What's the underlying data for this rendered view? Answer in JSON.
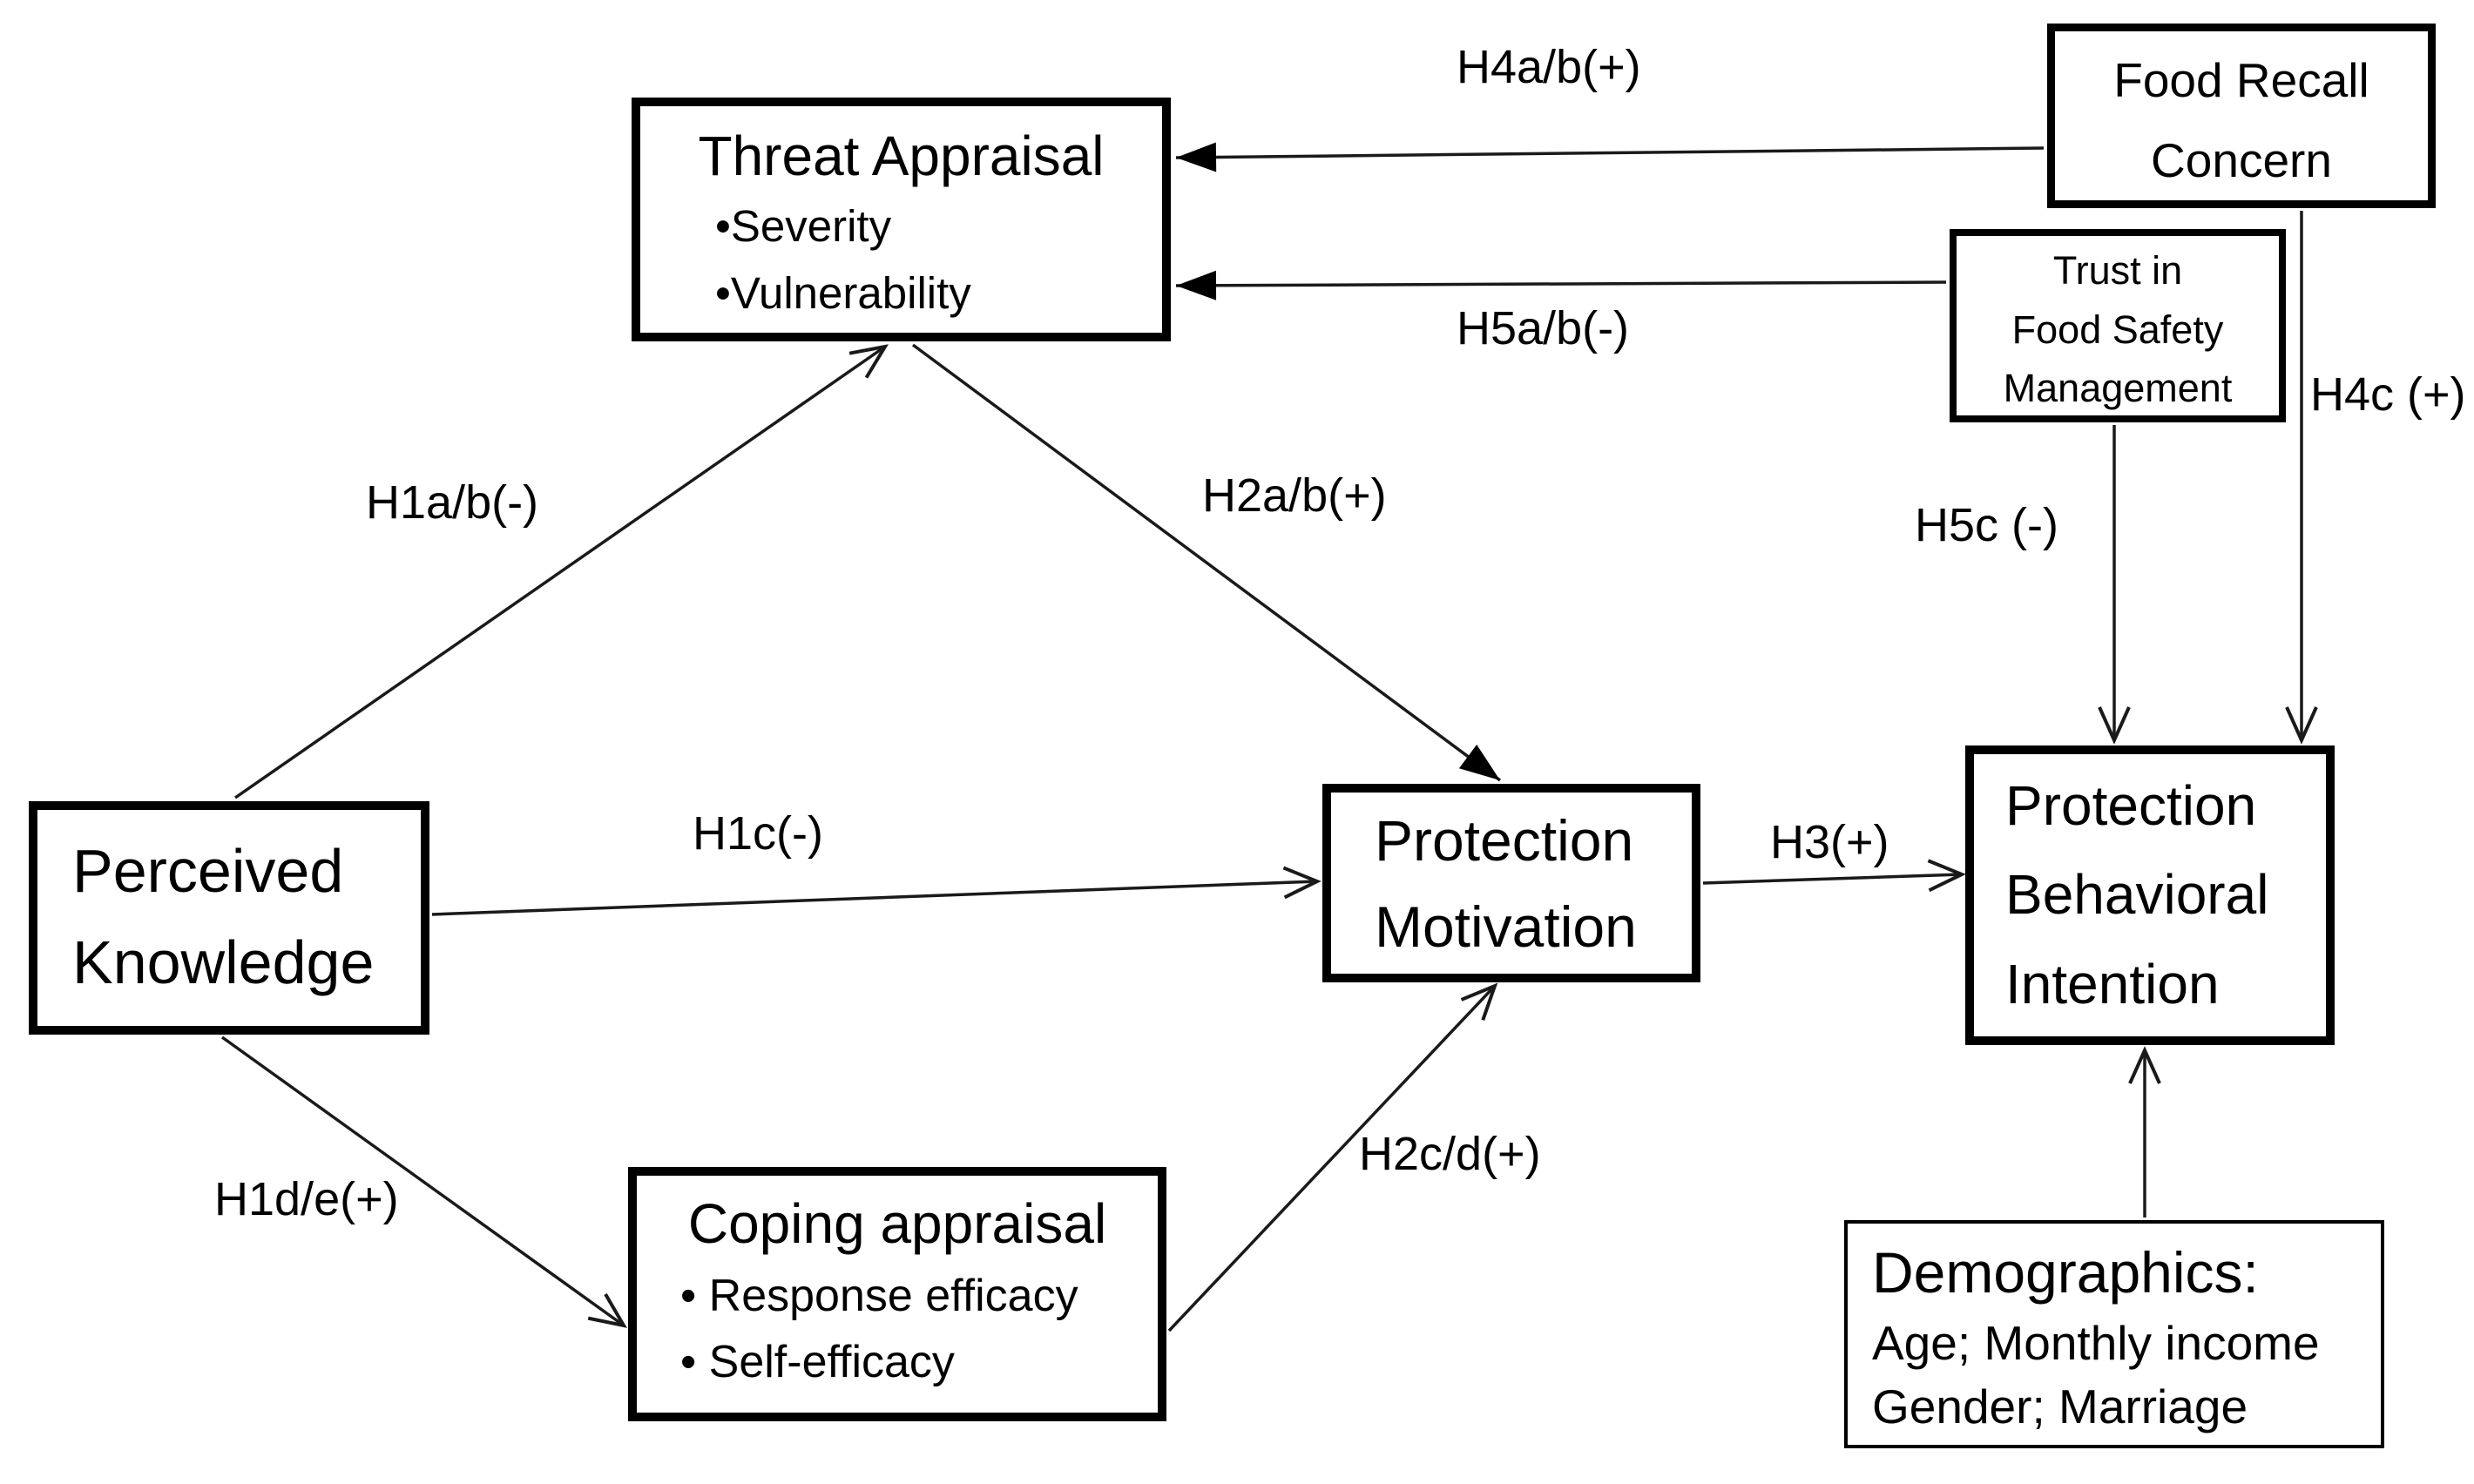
{
  "diagram": {
    "background_color": "#ffffff",
    "line_color": "#000000",
    "nodes": {
      "threat_appraisal": {
        "title": "Threat Appraisal",
        "bullets": [
          "•Severity",
          "•Vulnerability"
        ]
      },
      "food_recall_concern": {
        "title_lines": [
          "Food Recall",
          "Concern"
        ]
      },
      "trust_food_safety_management": {
        "title_lines": [
          "Trust in",
          "Food Safety",
          "Management"
        ]
      },
      "perceived_knowledge": {
        "title_lines": [
          "Perceived",
          "Knowledge"
        ]
      },
      "protection_motivation": {
        "title_lines": [
          "Protection",
          "Motivation"
        ]
      },
      "protection_behavioral_intention": {
        "title_lines": [
          "Protection",
          "Behavioral",
          "Intention"
        ]
      },
      "coping_appraisal": {
        "title": "Coping appraisal",
        "bullets": [
          "• Response efficacy",
          "• Self-efficacy"
        ]
      },
      "demographics": {
        "title": "Demographics:",
        "lines": [
          "Age; Monthly income",
          "Gender; Marriage"
        ]
      }
    },
    "edge_labels": {
      "h1ab": "H1a/b(-)",
      "h1c": "H1c(-)",
      "h1de": "H1d/e(+)",
      "h2ab": "H2a/b(+)",
      "h2cd": "H2c/d(+)",
      "h3": "H3(+)",
      "h4ab": "H4a/b(+)",
      "h4c": "H4c (+)",
      "h5ab": "H5a/b(-)",
      "h5c": "H5c (-)"
    }
  }
}
